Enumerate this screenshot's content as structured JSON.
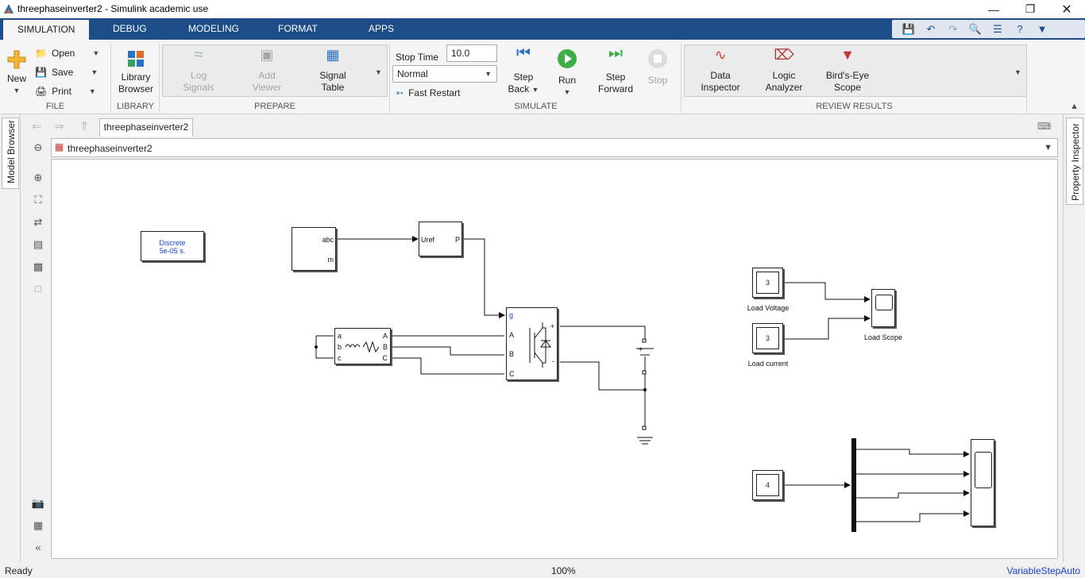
{
  "window": {
    "title": "threephaseinverter2 - Simulink academic use"
  },
  "tabs": [
    "SIMULATION",
    "DEBUG",
    "MODELING",
    "FORMAT",
    "APPS"
  ],
  "ribbon": {
    "file": {
      "label": "FILE",
      "new": "New",
      "open": "Open",
      "save": "Save",
      "print": "Print"
    },
    "library": {
      "label": "LIBRARY",
      "browser_line1": "Library",
      "browser_line2": "Browser"
    },
    "prepare": {
      "label": "PREPARE",
      "log1": "Log",
      "log2": "Signals",
      "add1": "Add",
      "add2": "Viewer",
      "sig1": "Signal",
      "sig2": "Table"
    },
    "simulate": {
      "label": "SIMULATE",
      "stop_time_label": "Stop Time",
      "stop_time_value": "10.0",
      "mode": "Normal",
      "fast_restart": "Fast Restart",
      "step_back1": "Step",
      "step_back2": "Back",
      "run": "Run",
      "step_fwd1": "Step",
      "step_fwd2": "Forward",
      "stop": "Stop"
    },
    "review": {
      "label": "REVIEW RESULTS",
      "data1": "Data",
      "data2": "Inspector",
      "logic1": "Logic",
      "logic2": "Analyzer",
      "bird1": "Bird's-Eye",
      "bird2": "Scope"
    }
  },
  "side_tabs": {
    "left": "Model Browser",
    "right": "Property Inspector"
  },
  "editor": {
    "tab": "threephaseinverter2",
    "path": "threephaseinverter2"
  },
  "blocks": {
    "powergui": {
      "line1": "Discrete",
      "line2": "5e-05 s."
    },
    "gen": {
      "in": "abc",
      "out": "m"
    },
    "pwm": {
      "in": "Uref",
      "out": "P"
    },
    "load": {
      "a": "a",
      "b": "b",
      "c": "c",
      "A": "A",
      "B": "B",
      "C": "C"
    },
    "bridge": {
      "g": "g",
      "A": "A",
      "B": "B",
      "C": "C",
      "plus": "+",
      "minus": "-"
    },
    "goto_voltage": {
      "value": "3",
      "label": "Load Voltage"
    },
    "goto_current": {
      "value": "3",
      "label": "Load current"
    },
    "scope": {
      "label": "Load Scope"
    },
    "goto_four": {
      "value": "4"
    },
    "dc": {
      "plus": "+"
    }
  },
  "status": {
    "left": "Ready",
    "zoom": "100%",
    "solver": "VariableStepAuto"
  }
}
